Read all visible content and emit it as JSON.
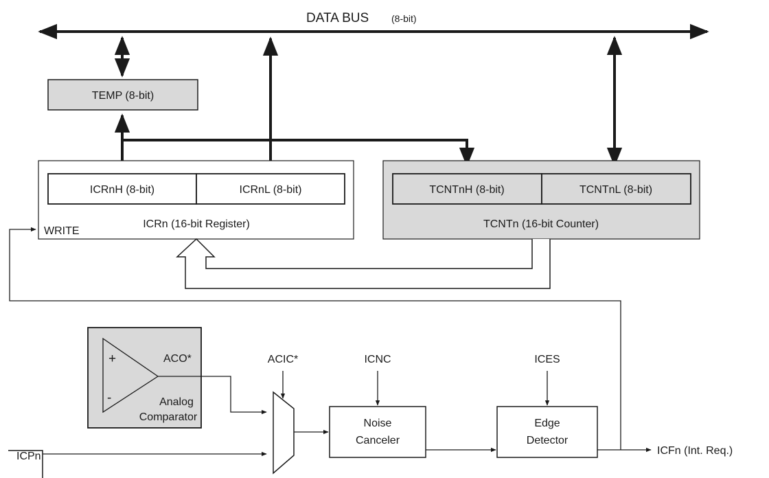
{
  "bus": {
    "title": "DATA BUS",
    "width": "(8-bit)"
  },
  "temp": {
    "label": "TEMP (8-bit)"
  },
  "icr": {
    "high": "ICRnH (8-bit)",
    "low": "ICRnL (8-bit)",
    "caption": "ICRn (16-bit Register)",
    "write": "WRITE"
  },
  "tcnt": {
    "high": "TCNTnH (8-bit)",
    "low": "TCNTnL (8-bit)",
    "caption": "TCNTn (16-bit Counter)"
  },
  "comparator": {
    "plus": "+",
    "minus": "-",
    "output": "ACO*",
    "line1": "Analog",
    "line2": "Comparator"
  },
  "mux": {
    "select": "ACIC*"
  },
  "noise": {
    "control": "ICNC",
    "line1": "Noise",
    "line2": "Canceler"
  },
  "edge": {
    "control": "ICES",
    "line1": "Edge",
    "line2": "Detector"
  },
  "input": {
    "label": "ICPn"
  },
  "output": {
    "label": "ICFn (Int. Req.)"
  },
  "colors": {
    "gray_fill": "#d9d9d9",
    "line": "#1a1a1a"
  }
}
